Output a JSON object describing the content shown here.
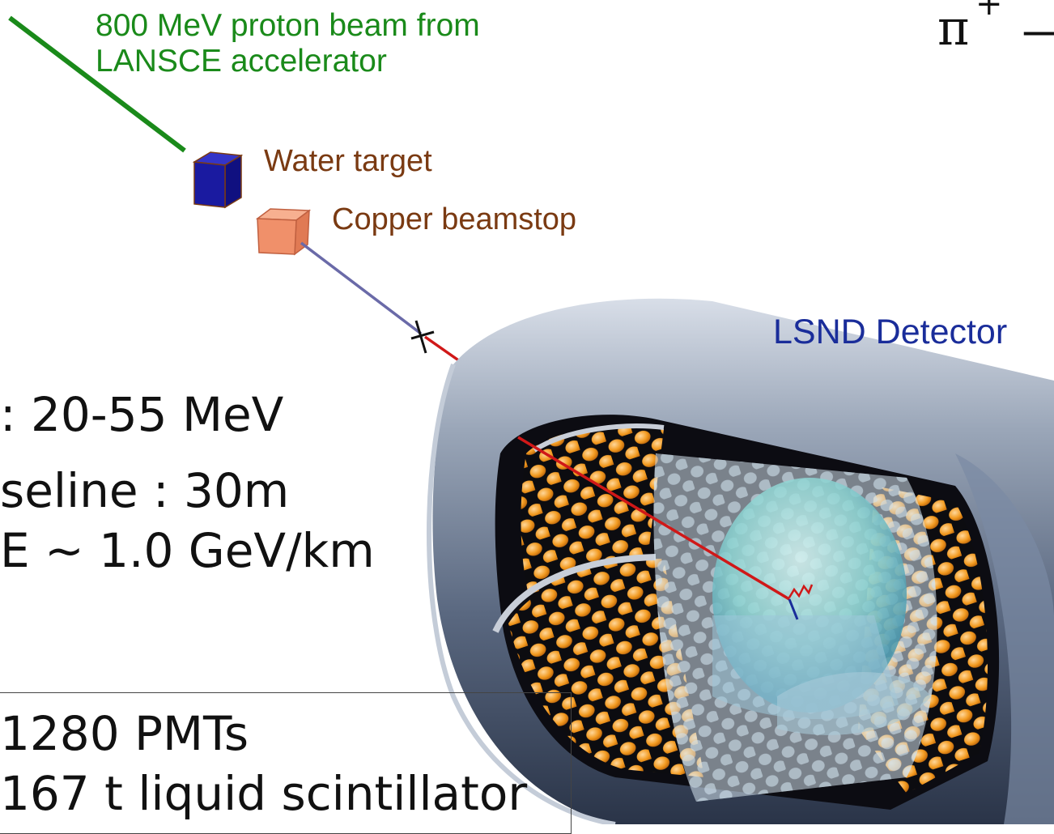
{
  "labels": {
    "beam_line1": "800 MeV proton beam from",
    "beam_line2": "LANSCE accelerator",
    "water_target": "Water target",
    "copper_beamstop": "Copper beamstop",
    "detector": "LSND Detector",
    "pion_symbol": "π",
    "pion_charge": "+",
    "pion_dash": "—"
  },
  "info": {
    "energy": ": 20-55 MeV",
    "baseline": "seline : 30m",
    "l_over_e": "E ~ 1.0 GeV/km"
  },
  "specs": {
    "pmts": "1280 PMTs",
    "scintillator": "167 t liquid scintillator"
  },
  "colors": {
    "beam": "#1a8a1a",
    "target_labels": "#7a3a12",
    "detector_label": "#1a2d9a",
    "water_target": "#1a1aa0",
    "copper": "#f0906a",
    "pmt": "#f29a20"
  }
}
